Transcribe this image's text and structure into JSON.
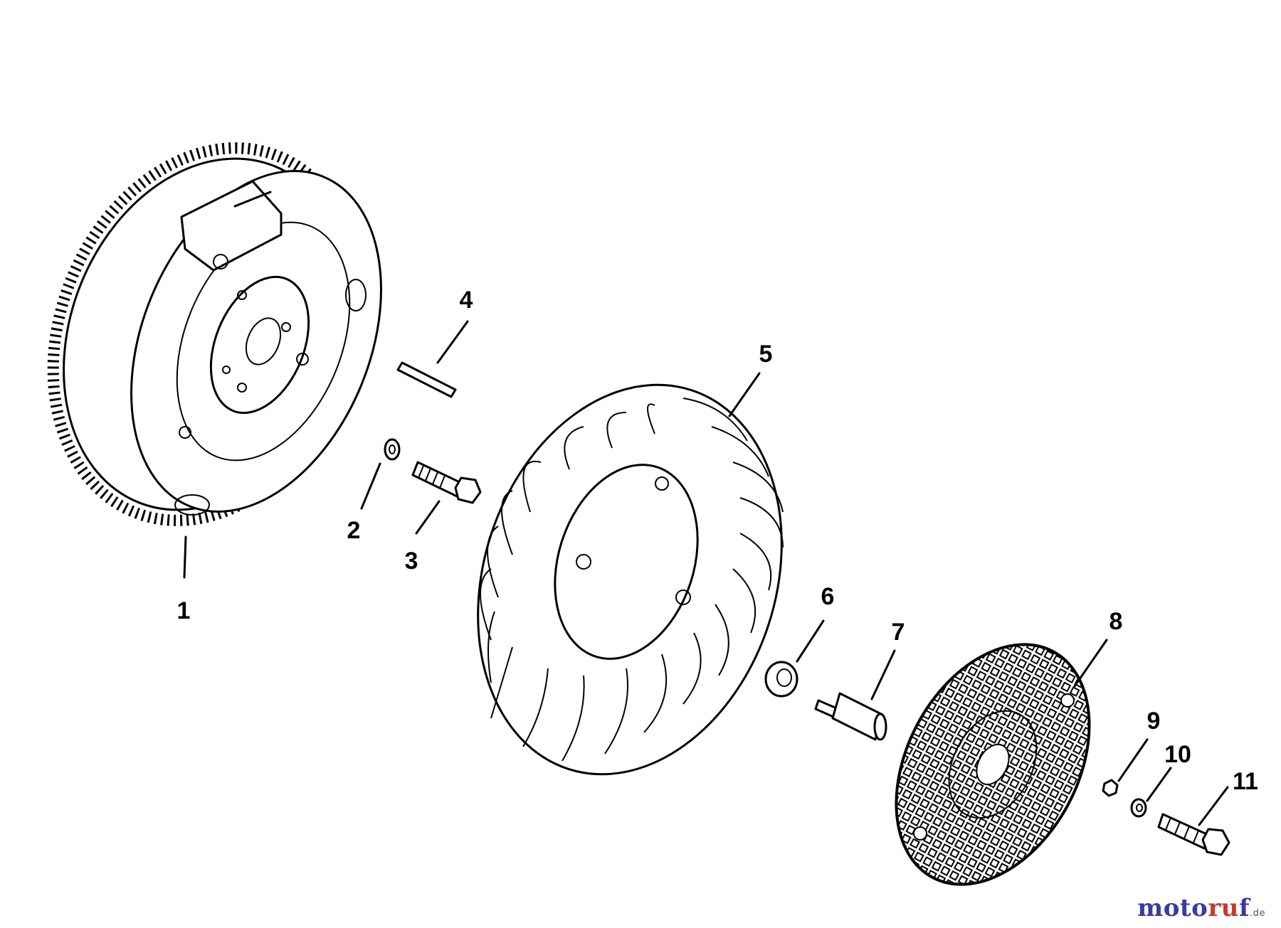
{
  "labels": {
    "flywheel": "1",
    "washer_small": "2",
    "screw": "3",
    "key": "4",
    "fan": "5",
    "spacer_washer": "6",
    "stud": "7",
    "grass_screen": "8",
    "nut": "9",
    "washer": "10",
    "bolt": "11"
  },
  "watermark": {
    "part1": "moto",
    "part2": "ru",
    "part3": "f",
    "tld": ".de"
  }
}
